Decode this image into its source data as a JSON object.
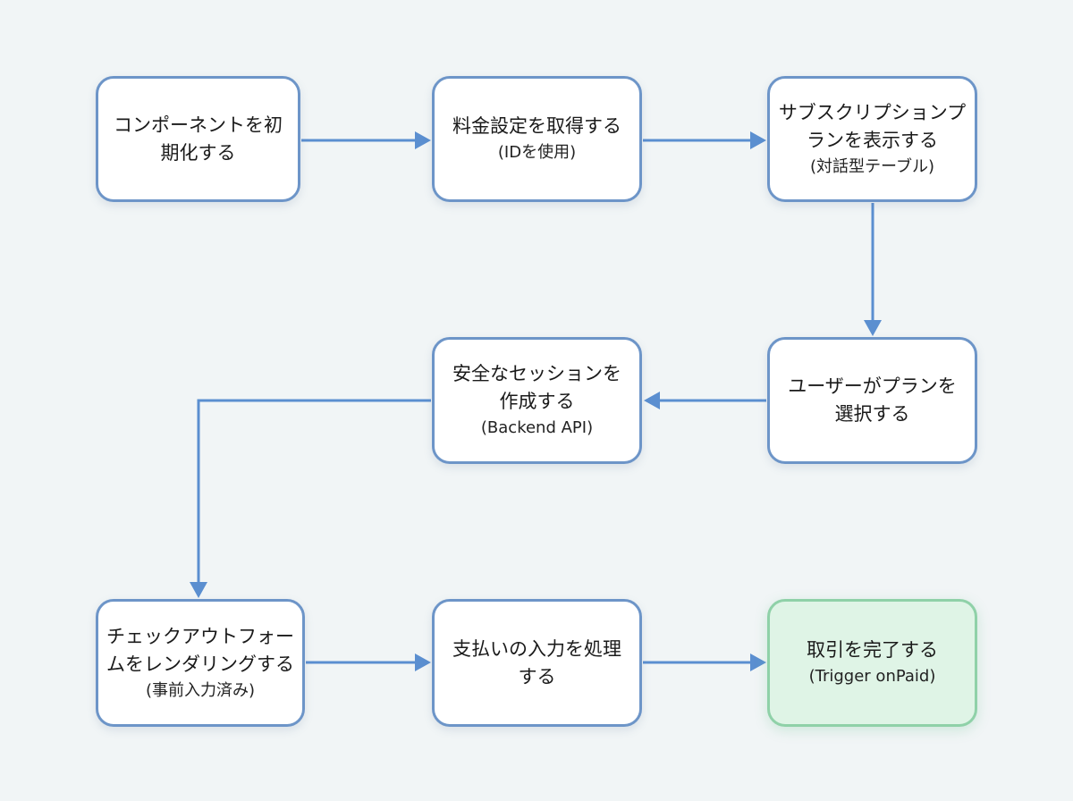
{
  "diagram": {
    "type": "flowchart",
    "colors": {
      "background": "#f1f5f6",
      "node_border": "#6d95c8",
      "node_fill": "#ffffff",
      "connector": "#5b8fd0",
      "final_fill": "#dff4e6",
      "final_border": "#8fd1a8"
    },
    "nodes": [
      {
        "id": "init",
        "title": "コンポーネントを初期化する",
        "sub": ""
      },
      {
        "id": "fetch-pricing",
        "title": "料金設定を取得する",
        "sub": "(IDを使用)"
      },
      {
        "id": "show-plans",
        "title": "サブスクリプションプランを表示する",
        "sub": "(対話型テーブル)"
      },
      {
        "id": "create-session",
        "title": "安全なセッションを作成する",
        "sub": "(Backend API)"
      },
      {
        "id": "user-select",
        "title": "ユーザーがプランを選択する",
        "sub": ""
      },
      {
        "id": "render-checkout",
        "title": "チェックアウトフォームをレンダリングする",
        "sub": "(事前入力済み)"
      },
      {
        "id": "process-payment",
        "title": "支払いの入力を処理する",
        "sub": ""
      },
      {
        "id": "complete",
        "title": "取引を完了する",
        "sub": "(Trigger onPaid)"
      }
    ],
    "edges": [
      {
        "from": "init",
        "to": "fetch-pricing"
      },
      {
        "from": "fetch-pricing",
        "to": "show-plans"
      },
      {
        "from": "show-plans",
        "to": "user-select"
      },
      {
        "from": "user-select",
        "to": "create-session"
      },
      {
        "from": "create-session",
        "to": "render-checkout"
      },
      {
        "from": "render-checkout",
        "to": "process-payment"
      },
      {
        "from": "process-payment",
        "to": "complete"
      }
    ]
  }
}
